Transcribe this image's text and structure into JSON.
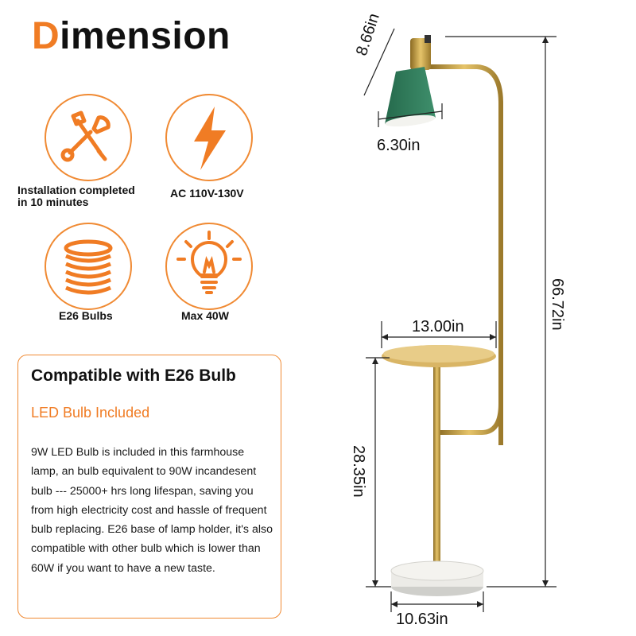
{
  "title": {
    "first_letter": "D",
    "rest": "imension"
  },
  "features": [
    {
      "icon": "tools-icon",
      "caption_line1": "Installation completed",
      "caption_line2": "in 10 minutes"
    },
    {
      "icon": "lightning-icon",
      "caption": "AC 110V-130V"
    },
    {
      "icon": "bulb-base-icon",
      "caption": "E26 Bulbs"
    },
    {
      "icon": "light-bulb-icon",
      "caption": "Max 40W"
    }
  ],
  "card": {
    "title": "Compatible with E26 Bulb",
    "subtitle": "LED Bulb Included",
    "body": "9W LED Bulb is included in this farmhouse lamp, an bulb equivalent to 90W incandesent bulb --- 25000+ hrs long lifespan, saving you from high electricity cost and hassle of frequent bulb replacing. E26 base of lamp holder, it's also compatible with other bulb which is lower than 60W if you want to have a new taste."
  },
  "dimensions": {
    "shade_height": "8.66in",
    "shade_width": "6.30in",
    "total_height": "66.72in",
    "tray_width": "13.00in",
    "tray_height": "28.35in",
    "base_width": "10.63in"
  },
  "colors": {
    "accent": "#f07c24",
    "shade": "#2e7d5b",
    "brass": "#c9a24a",
    "marble": "#ecebe7"
  }
}
